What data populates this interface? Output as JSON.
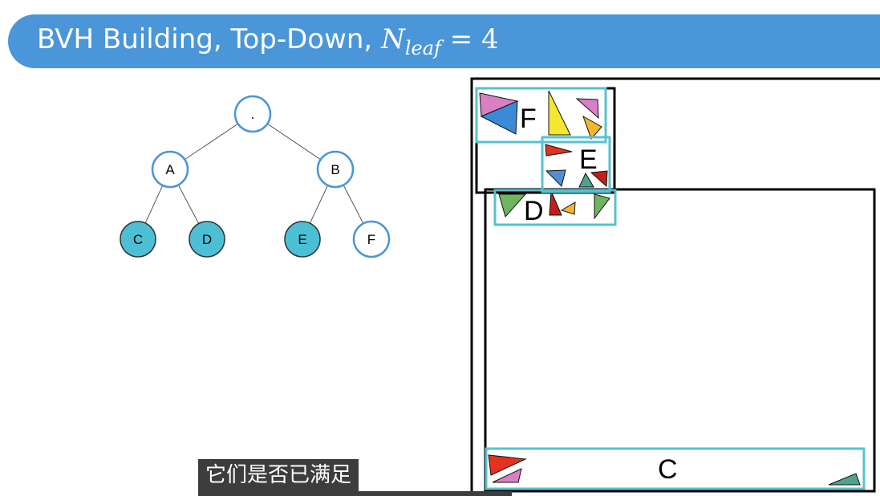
{
  "slide": {
    "title_text": "BVH Building, Top-Down, ",
    "title_math_var": "N",
    "title_math_sub": "leaf",
    "title_math_rest": " = 4",
    "accent_color": "#4a96d9"
  },
  "tree": {
    "root": ".",
    "nodes": [
      {
        "label": "A",
        "leaf": false,
        "filled": false
      },
      {
        "label": "B",
        "leaf": false,
        "filled": false
      },
      {
        "label": "C",
        "leaf": true,
        "filled": true
      },
      {
        "label": "D",
        "leaf": true,
        "filled": true
      },
      {
        "label": "E",
        "leaf": true,
        "filled": true
      },
      {
        "label": "F",
        "leaf": true,
        "filled": false
      }
    ],
    "fill_color": "#4dbfd4"
  },
  "boxes": {
    "labels": {
      "F": "F",
      "E": "E",
      "D": "D",
      "C": "C"
    },
    "box_color": "#56c2d0"
  },
  "subtitle": "它们是否已满足"
}
